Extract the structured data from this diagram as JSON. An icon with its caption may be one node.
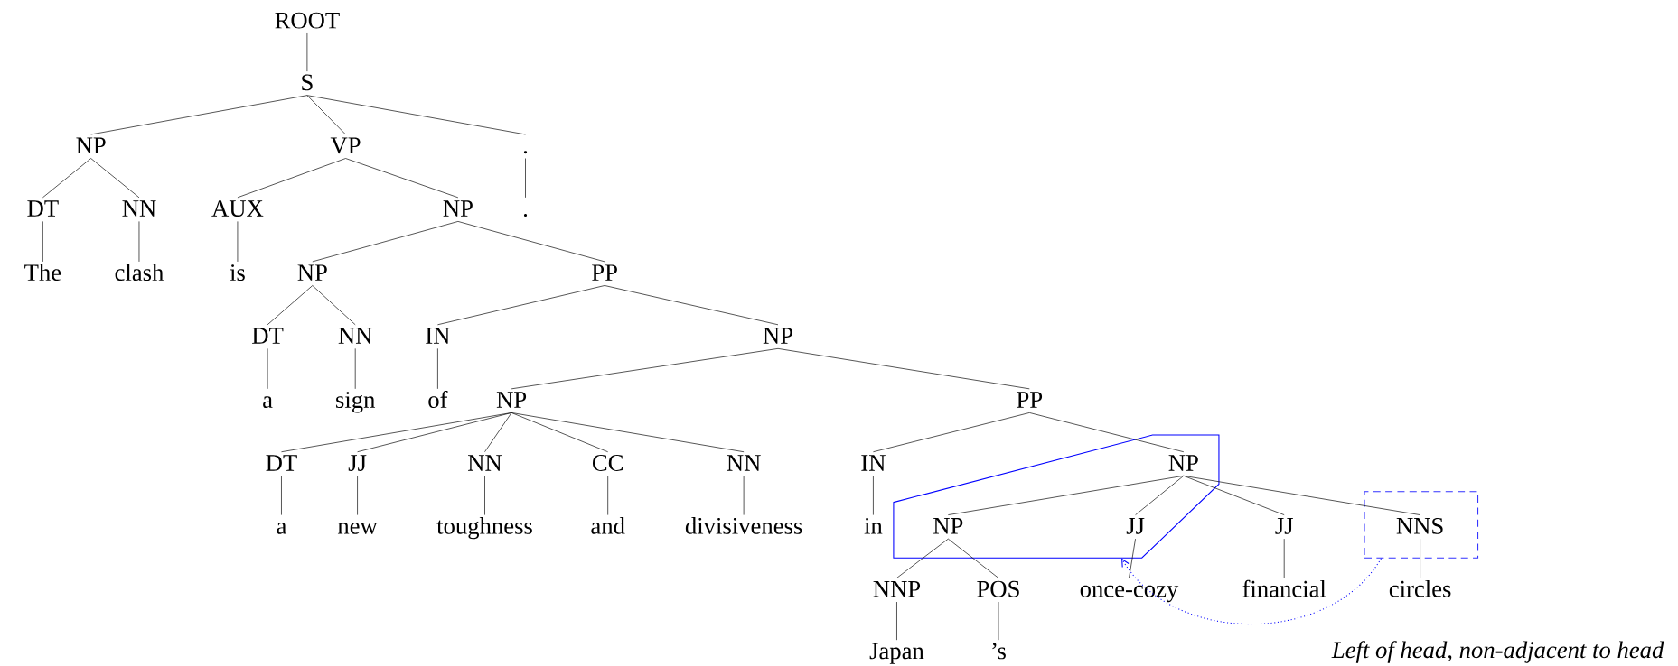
{
  "diagram": {
    "nodes": [
      {
        "text": [
          "ROOT"
        ]
      },
      {
        "text": [
          "S"
        ]
      },
      {
        "text": [
          "NP"
        ]
      },
      {
        "text": [
          "VP"
        ]
      },
      {
        "text": [
          "."
        ]
      },
      {
        "text": [
          "DT"
        ]
      },
      {
        "text": [
          "NN"
        ]
      },
      {
        "text": [
          "AUX"
        ]
      },
      {
        "text": [
          "NP"
        ]
      },
      {
        "text": [
          "."
        ]
      },
      {
        "text": [
          "The"
        ]
      },
      {
        "text": [
          "clash"
        ]
      },
      {
        "text": [
          "is"
        ]
      },
      {
        "text": [
          "NP"
        ]
      },
      {
        "text": [
          "PP"
        ]
      },
      {
        "text": [
          "DT"
        ]
      },
      {
        "text": [
          "NN"
        ]
      },
      {
        "text": [
          "IN"
        ]
      },
      {
        "text": [
          "NP"
        ]
      },
      {
        "text": [
          "a"
        ]
      },
      {
        "text": [
          "sign"
        ]
      },
      {
        "text": [
          "of"
        ]
      },
      {
        "text": [
          "NP"
        ]
      },
      {
        "text": [
          "PP"
        ]
      },
      {
        "text": [
          "DT"
        ]
      },
      {
        "text": [
          "JJ"
        ]
      },
      {
        "text": [
          "NN"
        ]
      },
      {
        "text": [
          "CC"
        ]
      },
      {
        "text": [
          "NN"
        ]
      },
      {
        "text": [
          "IN"
        ]
      },
      {
        "text": [],
        "shape": "polygon"
      },
      {
        "text": [
          "NP"
        ],
        "in": 30
      },
      {
        "text": [
          "a"
        ]
      },
      {
        "text": [
          "new"
        ]
      },
      {
        "text": [
          "toughness"
        ]
      },
      {
        "text": [
          "and"
        ]
      },
      {
        "text": [
          "divisiveness"
        ]
      },
      {
        "text": [
          "in"
        ]
      },
      {
        "text": [
          "NP"
        ],
        "in": 30
      },
      {
        "text": [
          "JJ"
        ],
        "in": 30
      },
      {
        "text": [
          "JJ"
        ]
      },
      {
        "text": [],
        "shape": "box"
      },
      {
        "text": [
          "NNS"
        ],
        "in": 41
      },
      {
        "text": [
          "NNP"
        ]
      },
      {
        "text": [
          "POS"
        ]
      },
      {
        "text": [
          "once-cozy"
        ]
      },
      {
        "text": [
          "financial"
        ]
      },
      {
        "text": [
          "circles"
        ]
      },
      {
        "text": [
          "Japan"
        ]
      },
      {
        "text": [
          "’s"
        ]
      }
    ],
    "edges": [
      {
        "from": 0,
        "to": 1,
        "arrow": "none"
      },
      {
        "from": 1,
        "to": 2,
        "arrow": "none"
      },
      {
        "from": 1,
        "to": 3,
        "arrow": "none"
      },
      {
        "from": 1,
        "to": 4,
        "arrow": "none"
      },
      {
        "from": 2,
        "to": 5,
        "arrow": "none"
      },
      {
        "from": 2,
        "to": 6,
        "arrow": "none"
      },
      {
        "from": 3,
        "to": 7,
        "arrow": "none"
      },
      {
        "from": 3,
        "to": 8,
        "arrow": "none"
      },
      {
        "from": 4,
        "to": 9,
        "arrow": "none"
      },
      {
        "from": 5,
        "to": 10,
        "arrow": "none"
      },
      {
        "from": 6,
        "to": 11,
        "arrow": "none"
      },
      {
        "from": 7,
        "to": 12,
        "arrow": "none"
      },
      {
        "from": 8,
        "to": 13,
        "arrow": "none"
      },
      {
        "from": 8,
        "to": 14,
        "arrow": "none"
      },
      {
        "from": 13,
        "to": 15,
        "arrow": "none"
      },
      {
        "from": 13,
        "to": 16,
        "arrow": "none"
      },
      {
        "from": 14,
        "to": 17,
        "arrow": "none"
      },
      {
        "from": 14,
        "to": 18,
        "arrow": "none"
      },
      {
        "from": 15,
        "to": 19,
        "arrow": "none"
      },
      {
        "from": 16,
        "to": 20,
        "arrow": "none"
      },
      {
        "from": 17,
        "to": 21,
        "arrow": "none"
      },
      {
        "from": 18,
        "to": 22,
        "arrow": "none"
      },
      {
        "from": 18,
        "to": 23,
        "arrow": "none"
      },
      {
        "from": 22,
        "to": 24,
        "arrow": "none"
      },
      {
        "from": 22,
        "to": 25,
        "arrow": "none"
      },
      {
        "from": 22,
        "to": 26,
        "arrow": "none"
      },
      {
        "from": 22,
        "to": 27,
        "arrow": "none"
      },
      {
        "from": 22,
        "to": 28,
        "arrow": "none"
      },
      {
        "from": 23,
        "to": 29,
        "arrow": "none"
      },
      {
        "from": 23,
        "to": 31,
        "arrow": "none"
      },
      {
        "from": 24,
        "to": 32,
        "arrow": "none"
      },
      {
        "from": 25,
        "to": 33,
        "arrow": "none"
      },
      {
        "from": 26,
        "to": 34,
        "arrow": "none"
      },
      {
        "from": 27,
        "to": 35,
        "arrow": "none"
      },
      {
        "from": 28,
        "to": 36,
        "arrow": "none"
      },
      {
        "from": 29,
        "to": 37,
        "arrow": "none"
      },
      {
        "from": 31,
        "to": 38,
        "arrow": "none"
      },
      {
        "from": 31,
        "to": 39,
        "arrow": "none"
      },
      {
        "from": 31,
        "to": 40,
        "arrow": "none"
      },
      {
        "from": 31,
        "to": 42,
        "arrow": "none"
      },
      {
        "from": 38,
        "to": 43,
        "arrow": "none"
      },
      {
        "from": 38,
        "to": 44,
        "arrow": "none"
      },
      {
        "from": 39,
        "to": 45,
        "arrow": "none"
      },
      {
        "from": 40,
        "to": 46,
        "arrow": "none"
      },
      {
        "from": 42,
        "to": 47,
        "arrow": "none"
      },
      {
        "from": 43,
        "to": 48,
        "arrow": "none"
      },
      {
        "from": 44,
        "to": 49,
        "arrow": "none"
      },
      {
        "from": 41,
        "to": 30,
        "arrow": "to",
        "style": "dashed",
        "color": "#0000ff"
      }
    ],
    "labels": [
      "*Left of head, non-adjacent to head*"
    ]
  }
}
